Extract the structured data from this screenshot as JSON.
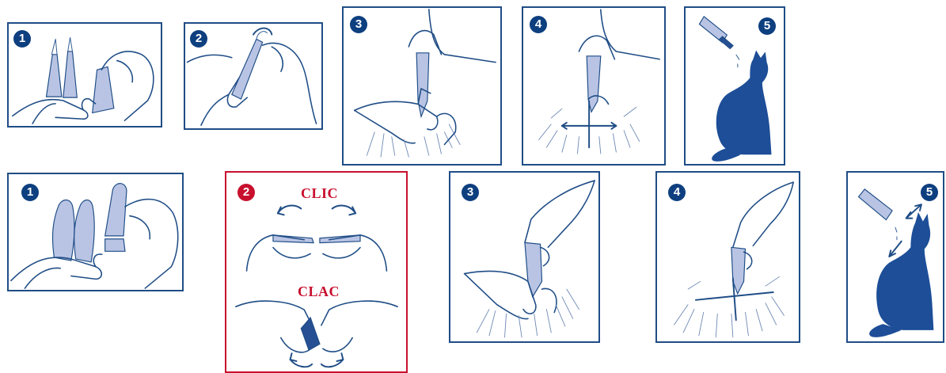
{
  "colors": {
    "frame": "#1f4d86",
    "badge": "#0e3f7f",
    "highlight": "#c8102e",
    "pipette": "#b9c4e4",
    "cat": "#1d4e97"
  },
  "row_top": {
    "panels": [
      {
        "step": "1",
        "icon": "hands-holding-pipettes-icon"
      },
      {
        "step": "2",
        "icon": "hand-snapping-pipette-tip-icon"
      },
      {
        "step": "3",
        "icon": "hand-parting-fur-icon"
      },
      {
        "step": "4",
        "icon": "pipette-applied-to-skin-icon"
      },
      {
        "step": "5",
        "icon": "cat-silhouette-icon"
      }
    ]
  },
  "row_bottom": {
    "panels": [
      {
        "step": "1",
        "icon": "hands-holding-pipettes-icon"
      },
      {
        "step": "2",
        "icon": "hands-opening-pipette-icon",
        "label_top": "CLIC",
        "label_bottom": "CLAC"
      },
      {
        "step": "3",
        "icon": "hand-parting-fur-icon"
      },
      {
        "step": "4",
        "icon": "pipette-applied-to-skin-icon"
      },
      {
        "step": "5",
        "icon": "cat-silhouette-icon"
      }
    ]
  }
}
